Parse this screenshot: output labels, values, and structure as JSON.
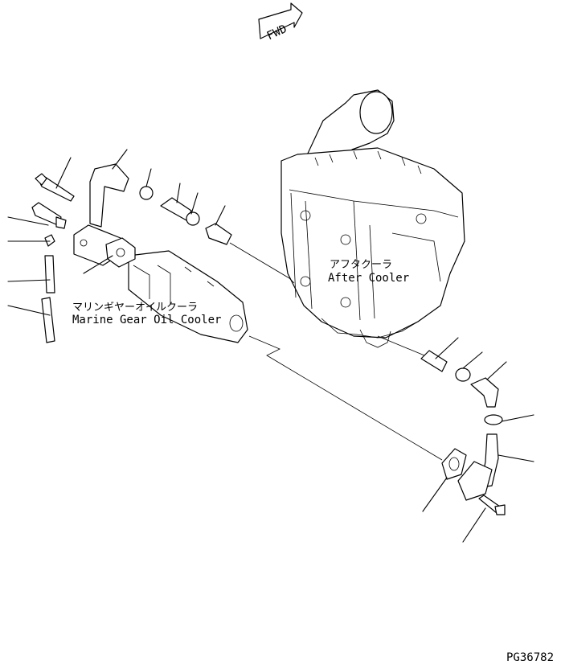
{
  "fwd_label": "FWD",
  "after_cooler": {
    "label_jp": "アフタクーラ",
    "label_en": "After Cooler"
  },
  "marine_gear_oil_cooler": {
    "label_jp": "マリンギヤーオイルクーラ",
    "label_en": "Marine Gear Oil Cooler"
  },
  "drawing_number": "PG36782"
}
